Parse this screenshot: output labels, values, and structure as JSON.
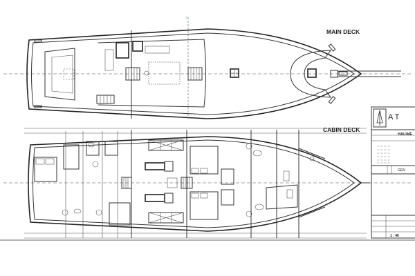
{
  "drawing": {
    "main_deck_label": "MAIN DECK",
    "cabin_deck_label": "CABIN DECK"
  },
  "title_block": {
    "company": "A T",
    "vessel_name": "HALIME",
    "sheet_title": "GEN",
    "scale": "1 : 40"
  },
  "colors": {
    "line": "#333333",
    "background": "#ffffff"
  }
}
